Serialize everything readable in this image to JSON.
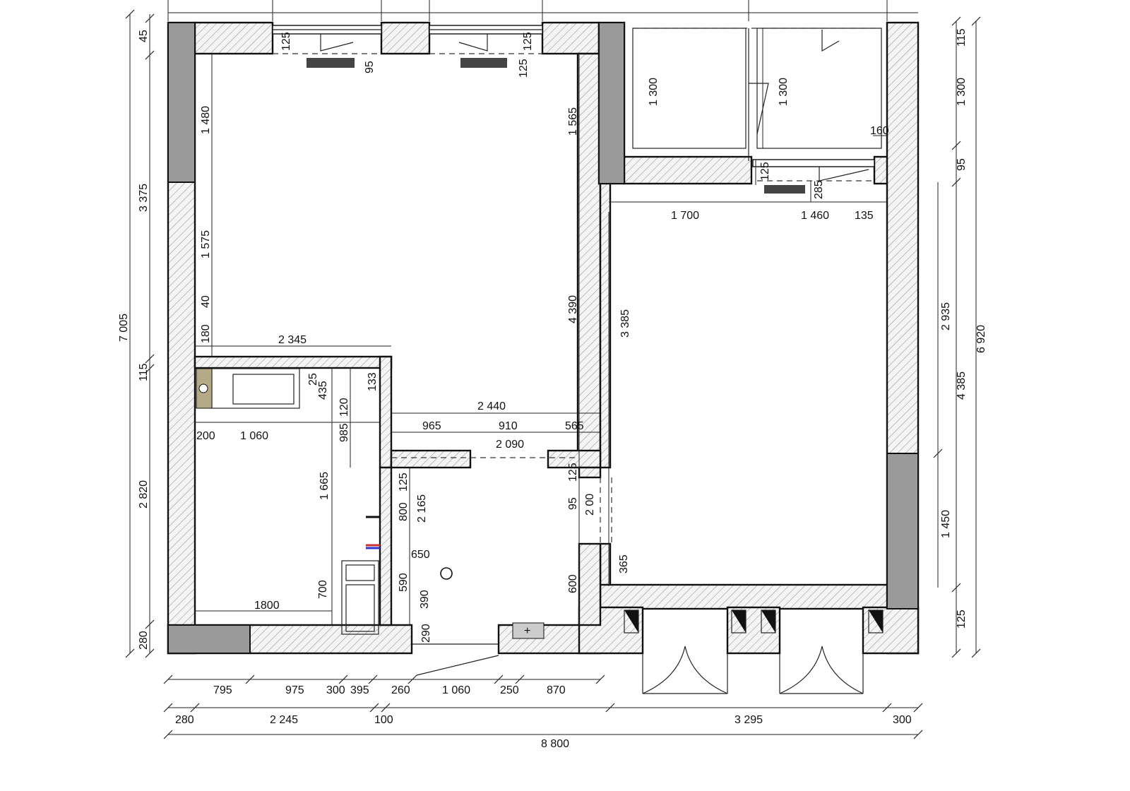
{
  "dimensions": {
    "bottom_row1": [
      "795",
      "975",
      "300",
      "395",
      "260",
      "1 060",
      "250",
      "870"
    ],
    "bottom_row2": [
      "280",
      "2 245",
      "100",
      "3 295",
      "300"
    ],
    "bottom_total": "8 800",
    "left_outer": [
      "45",
      "3 375",
      "115",
      "2 820",
      "280"
    ],
    "left_total": "7 005",
    "right_outer": [
      "115",
      "1 300",
      "95",
      "4 385",
      "125"
    ],
    "right_total": "6 920",
    "right_inner": [
      "2 935",
      "1 450"
    ],
    "top_small": [
      "125",
      "95",
      "125",
      "125"
    ],
    "room_left_vertical": [
      "1 480",
      "1 575",
      "40",
      "180"
    ],
    "room_left_right_wall": [
      "1 565",
      "4 390"
    ],
    "corridor_vertical": [
      "3 385"
    ],
    "balcony": [
      "1 300",
      "1 300",
      "160",
      "125",
      "285"
    ],
    "bedroom_top": [
      "1 700",
      "1 460",
      "135"
    ],
    "kitchen_niche": [
      "2 345"
    ],
    "bath": [
      "435",
      "120",
      "985",
      "25",
      "133",
      "200",
      "1 060"
    ],
    "hall_top": [
      "2 440",
      "965",
      "910",
      "565",
      "2 090"
    ],
    "hall_vertical": [
      "1 665",
      "125",
      "800",
      "2 165",
      "650",
      "590",
      "390",
      "290",
      "700",
      "1800"
    ],
    "hall_right": [
      "125",
      "95",
      "2 00",
      "600",
      "365"
    ]
  },
  "icons": {
    "radiator": "radiator-icon",
    "electrical_panel": "electrical-panel-icon",
    "riser": "riser-icon"
  }
}
